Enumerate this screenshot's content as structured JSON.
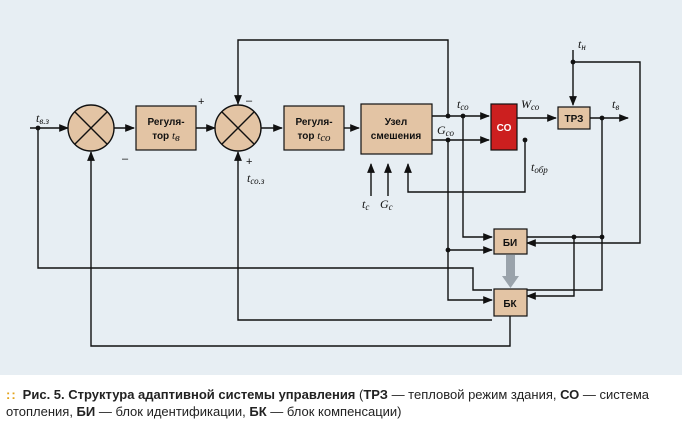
{
  "diagram": {
    "blocks": {
      "reg_tv": {
        "line1": "Регуля-",
        "line2": "тор ",
        "var": "t",
        "sub": "в"
      },
      "reg_tco": {
        "line1": "Регуля-",
        "line2": "тор ",
        "var": "t",
        "sub": "со"
      },
      "mixer": {
        "line1": "Узел",
        "line2": "смешения"
      },
      "co": "СО",
      "trz": "ТРЗ",
      "bi": "БИ",
      "bk": "БК"
    },
    "labels": {
      "t_vz": {
        "var": "t",
        "sub": "в.з"
      },
      "t_coz": {
        "var": "t",
        "sub": "со.з"
      },
      "t_co": {
        "var": "t",
        "sub": "со"
      },
      "g_co": {
        "var": "G",
        "sub": "со"
      },
      "w_co": {
        "var": "W",
        "sub": "со"
      },
      "t_n": {
        "var": "t",
        "sub": "н"
      },
      "t_v": {
        "var": "t",
        "sub": "в"
      },
      "t_obr": {
        "var": "t",
        "sub": "обр"
      },
      "t_c": {
        "var": "t",
        "sub": "с"
      },
      "g_c": {
        "var": "G",
        "sub": "с"
      }
    },
    "signs": {
      "plus": "+",
      "minus": "–"
    }
  },
  "caption": {
    "fig": "Рис. 5.",
    "title": "Структура адаптивной системы управления",
    "p1": " (",
    "a1": "ТРЗ",
    "d1": " — тепловой режим здания, ",
    "a2": "СО",
    "d2": " — система отопления, ",
    "a3": "БИ",
    "d3": " — блок идентификации, ",
    "a4": "БК",
    "d4": " — блок компенсации)"
  },
  "colors": {
    "panel": "#e7eef3",
    "block_fill": "#e3c4a4",
    "co_fill": "#cc1f1f",
    "accent_dots": "#e3a21a",
    "wide_arrow": "#9aa3ab"
  }
}
